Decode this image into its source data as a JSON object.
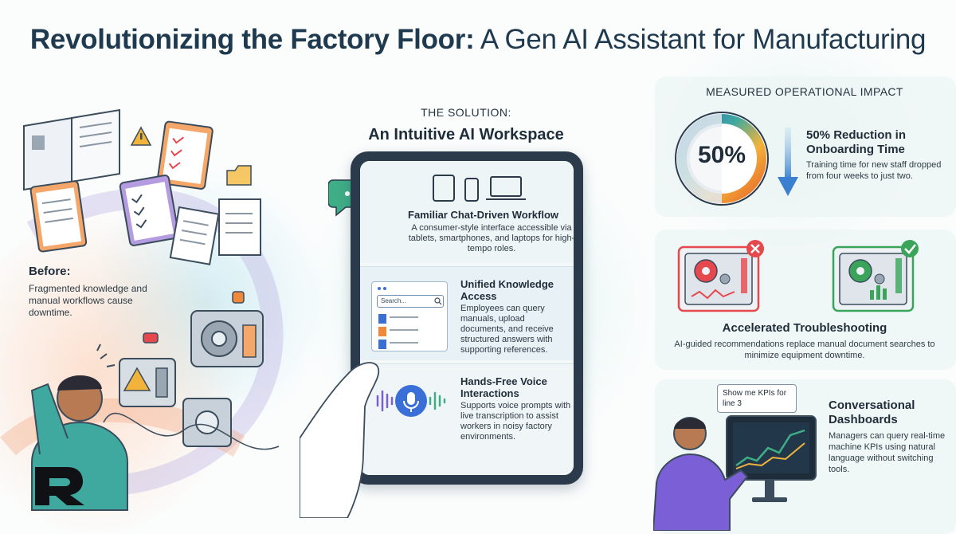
{
  "title": {
    "bold": "Revolutionizing the Factory Floor:",
    "regular": " A Gen AI Assistant for Manufacturing"
  },
  "before": {
    "heading": "Before:",
    "text": "Fragmented knowledge and manual workflows cause downtime."
  },
  "solution": {
    "kicker": "THE SOLUTION:",
    "title": "An Intuitive AI Workspace",
    "features": [
      {
        "title": "Familiar Chat-Driven Workflow",
        "text": "A consumer-style interface accessible via tablets, smartphones, and laptops for high-tempo roles."
      },
      {
        "title": "Unified Knowledge Access",
        "text": "Employees can query manuals, upload documents, and receive structured answers with supporting references.",
        "search_placeholder": "Search..."
      },
      {
        "title": "Hands-Free Voice Interactions",
        "text": "Supports voice prompts with live transcription to assist workers in noisy factory environments."
      }
    ]
  },
  "impact": {
    "heading": "MEASURED OPERATIONAL IMPACT",
    "gauge_value": "50%",
    "gauge_fraction": 0.5,
    "title": "50% Reduction in Onboarding Time",
    "text": "Training time for new staff dropped from four weeks to just two."
  },
  "troubleshooting": {
    "title": "Accelerated Troubleshooting",
    "text": "AI-guided recommendations replace manual document searches to minimize equipment downtime."
  },
  "dashboards": {
    "bubble": "Show me KPIs for line 3",
    "title": "Conversational Dashboards",
    "text": "Managers can query real-time machine KPIs using natural language without switching tools."
  },
  "colors": {
    "primary_text": "#1f2d3a",
    "title_text": "#1f3a4f",
    "gauge_gradient": [
      "#2d6fb5",
      "#3fa9a0",
      "#f2b33a",
      "#e8632b"
    ],
    "error_red": "#e5484d",
    "success_green": "#3aa55a",
    "tablet_frame": "#2b3b4c"
  }
}
